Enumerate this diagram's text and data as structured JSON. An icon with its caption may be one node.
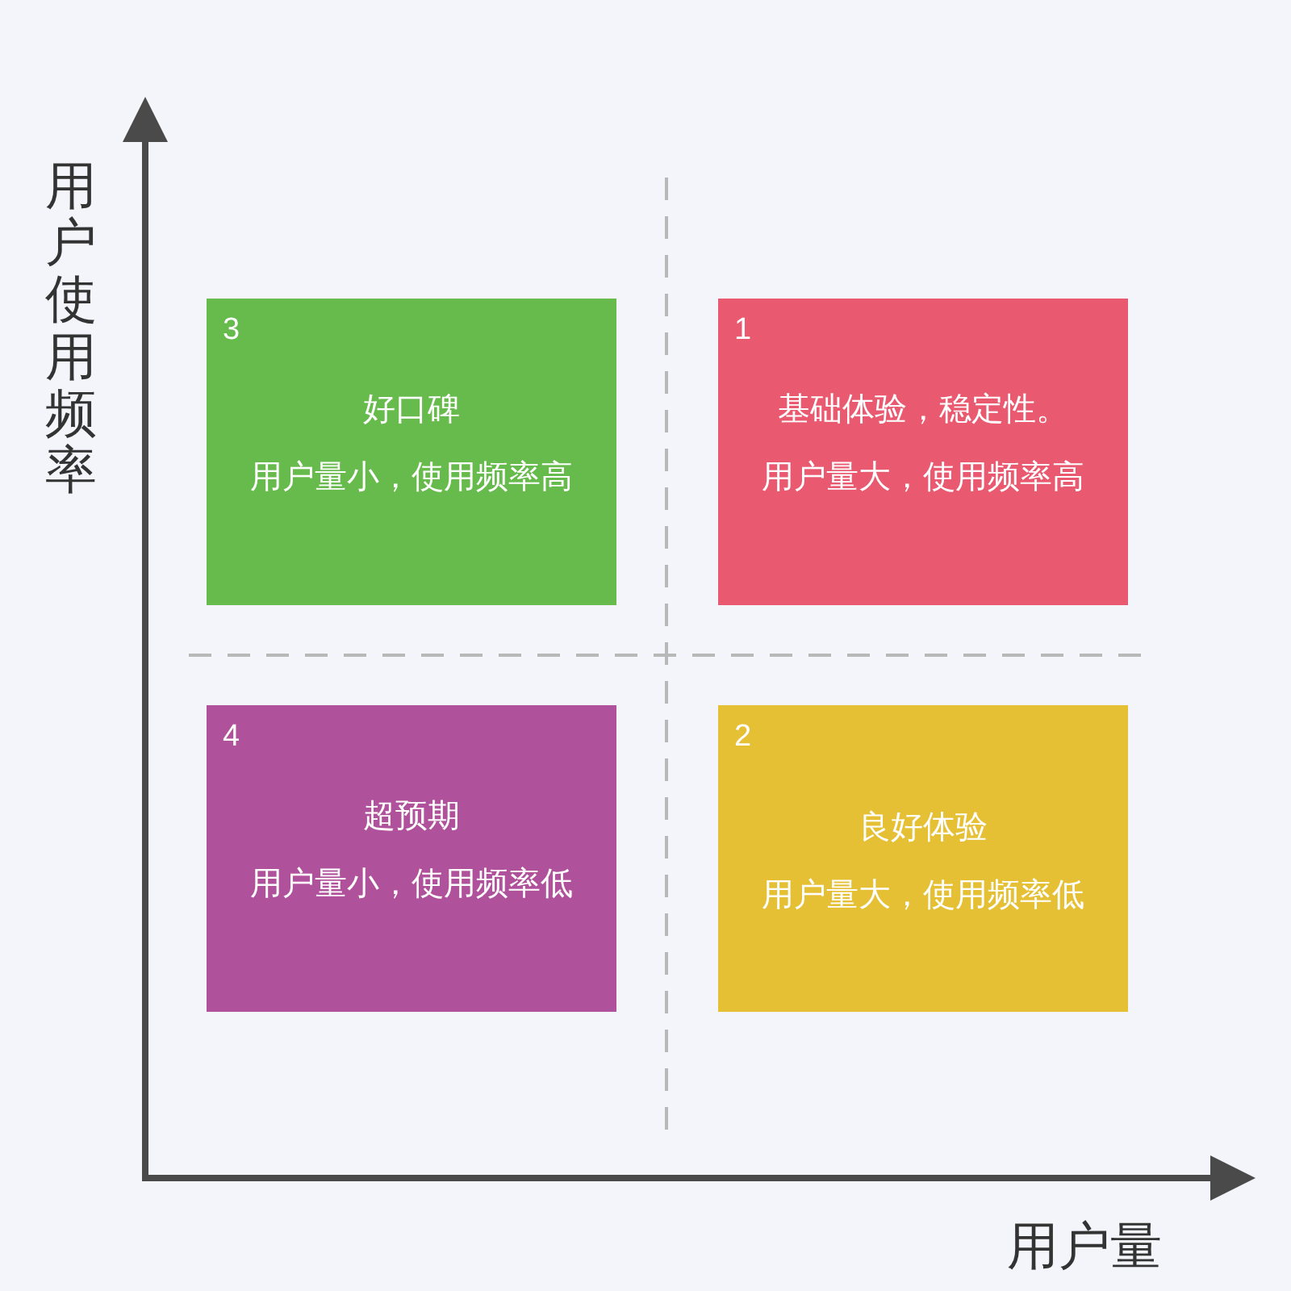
{
  "diagram": {
    "nodes": [
      {
        "text": [
          "3",
          "好口碑",
          "用户量小，使用频率高"
        ]
      },
      {
        "text": [
          "1",
          "基础体验，稳定性。",
          "用户量大，使用频率高"
        ]
      },
      {
        "text": [
          "4",
          "超预期",
          "用户量小，使用频率低"
        ]
      },
      {
        "text": [
          "2",
          "良好体验",
          "用户量大，使用频率低"
        ]
      }
    ],
    "labels": [
      "用户使用频率",
      "用户量"
    ]
  }
}
